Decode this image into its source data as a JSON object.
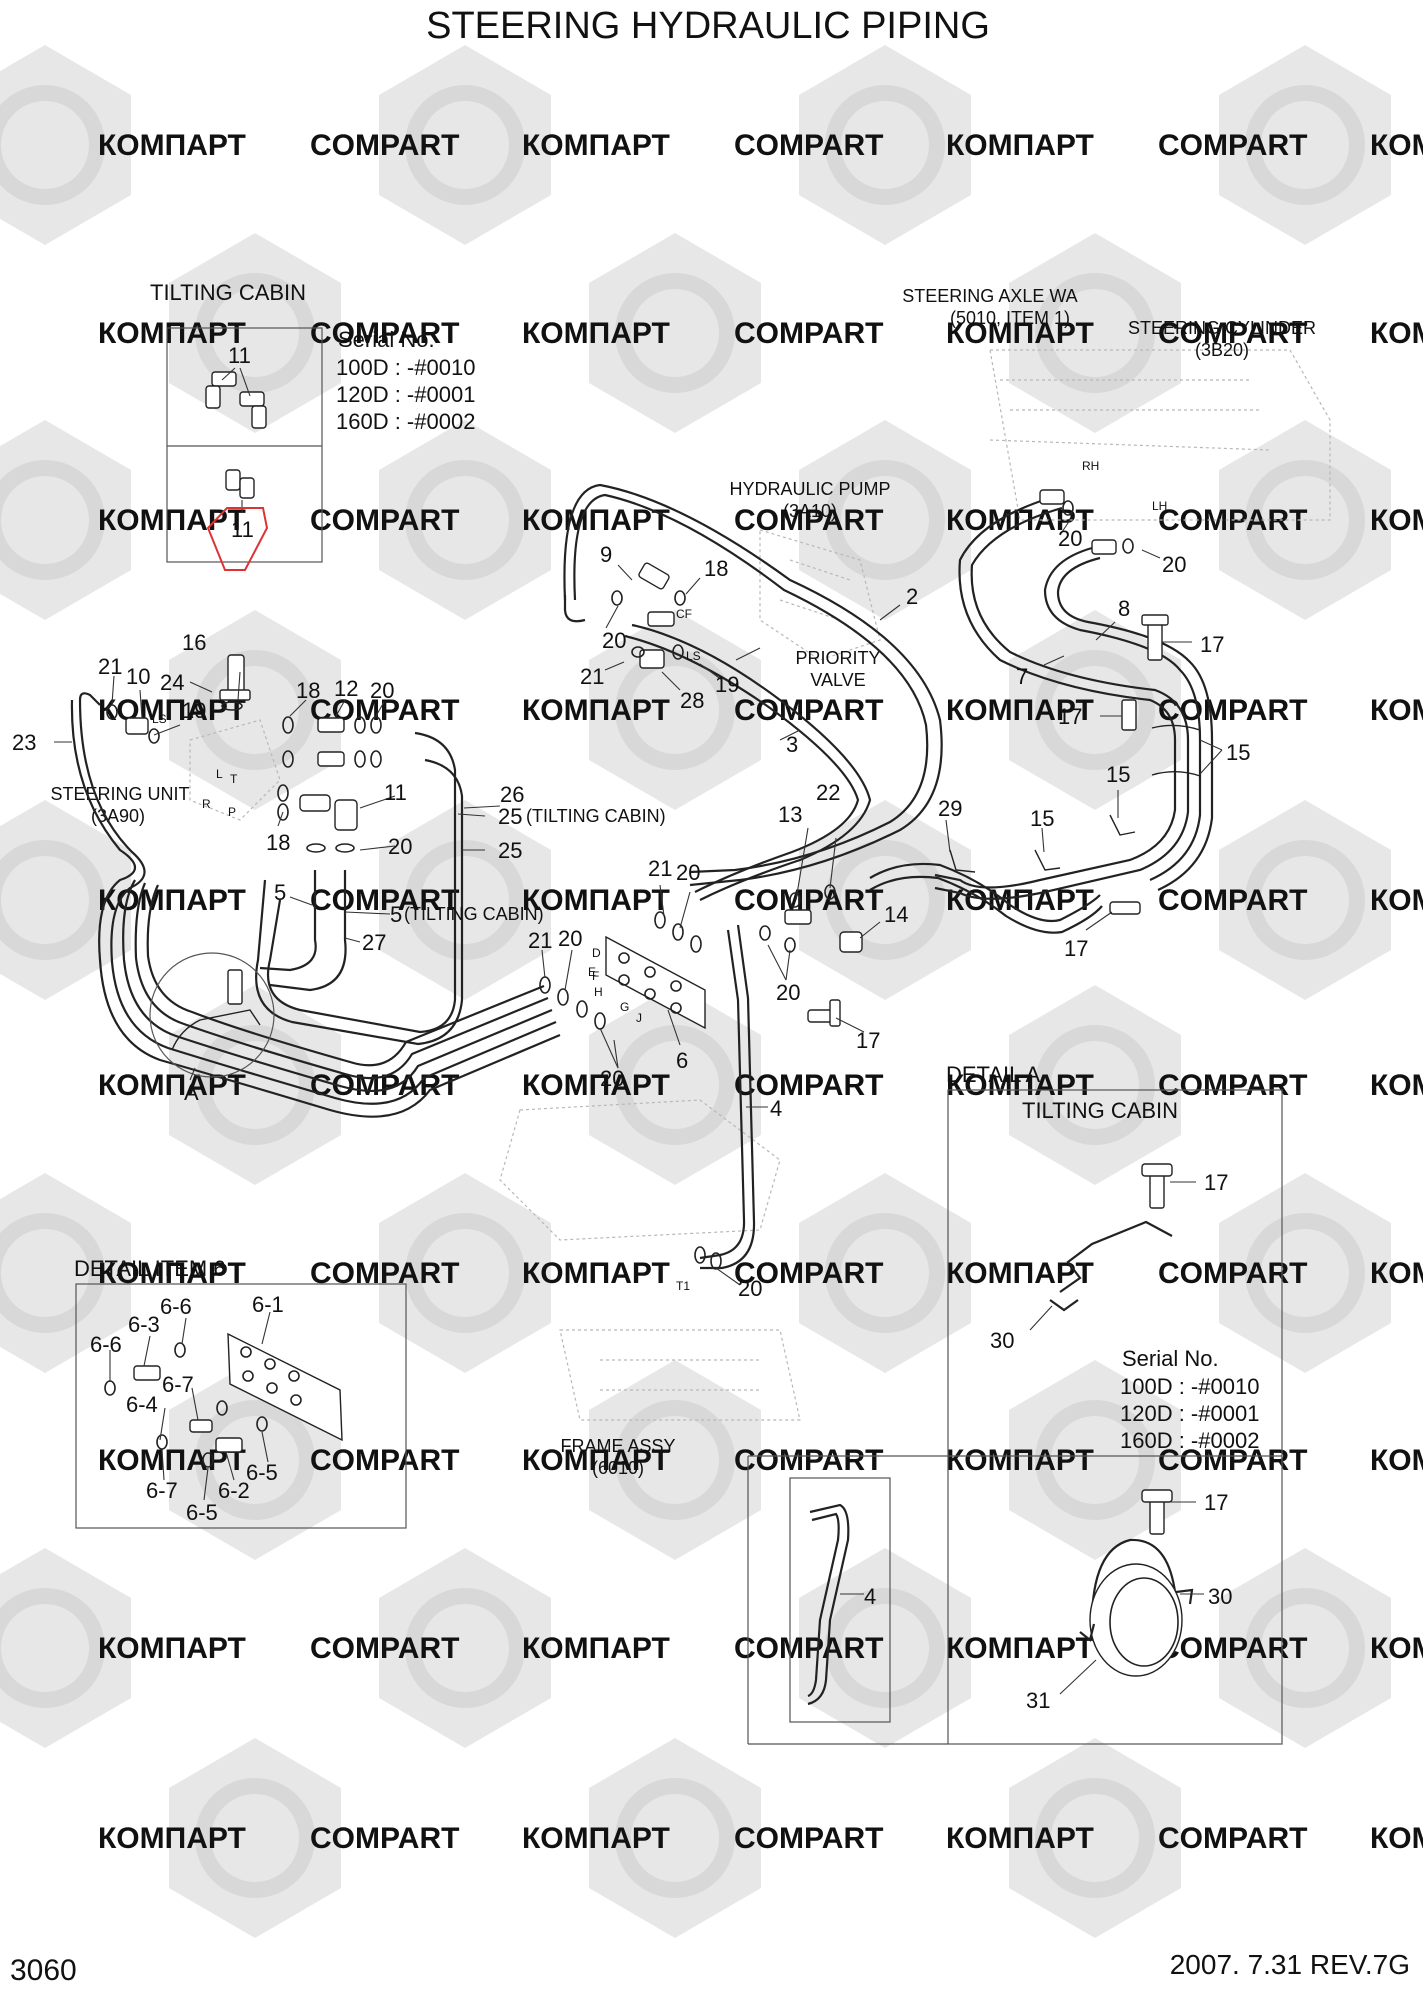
{
  "title": "STEERING HYDRAULIC PIPING",
  "page_number": "3060",
  "revision": "2007. 7.31  REV.7G",
  "watermark": {
    "words": [
      "КОМПАРТ",
      "COMPART"
    ],
    "color": "#c9c9c9"
  },
  "tilting_cabin_box": {
    "title": "TILTING CABIN",
    "item_top": "11",
    "item_bottom": "11",
    "serial_title": "Serial No.",
    "serials": [
      "100D : -#0010",
      "120D : -#0001",
      "160D : -#0002"
    ]
  },
  "reference_labels": {
    "steering_axle_1": "STEERING AXLE WA",
    "steering_axle_2": "(5010, ITEM 1)",
    "steering_cylinder_1": "STEERING CYLINDER",
    "steering_cylinder_2": "(3B20)",
    "hydraulic_pump_1": "HYDRAULIC PUMP",
    "hydraulic_pump_2": "(3A10)",
    "priority_valve_1": "PRIORITY",
    "priority_valve_2": "VALVE",
    "steering_unit_1": "STEERING UNIT",
    "steering_unit_2": "(3A90)",
    "frame_assy_1": "FRAME ASSY",
    "frame_assy_2": "(6010)"
  },
  "port_labels": [
    "RH",
    "LH",
    "CF",
    "LS",
    "LS",
    "L",
    "T",
    "R",
    "P",
    "T1",
    "D",
    "E",
    "F",
    "G",
    "H",
    "J"
  ],
  "callouts": {
    "c9": "9",
    "c18a": "18",
    "c20a": "20",
    "c21a": "21",
    "c28": "28",
    "c19a": "19",
    "c2": "2",
    "c3": "3",
    "c20rh": "20",
    "c20lh": "20",
    "c8": "8",
    "c7": "7",
    "c17a": "17",
    "c17b": "17",
    "c15a": "15",
    "c15b": "15",
    "c15c": "15",
    "c16": "16",
    "c21b": "21",
    "c10": "10",
    "c24": "24",
    "c19b": "19",
    "c23": "23",
    "c18b": "18",
    "c12": "12",
    "c20b": "20",
    "c11": "11",
    "c18c": "18",
    "c20c": "20",
    "c26": "26",
    "c25a": "25",
    "c25a_note": "(TILTING CABIN)",
    "c25b": "25",
    "c5a": "5",
    "c5b": "5",
    "c5b_note": "(TILTING CABIN)",
    "c27": "27",
    "c13": "13",
    "c22": "22",
    "c29": "29",
    "c14": "14",
    "c17c": "17",
    "c17d": "17",
    "c21c": "21",
    "c20d": "20",
    "c21d": "21",
    "c20e": "20",
    "c20f": "20",
    "c20g": "20",
    "c6": "6",
    "c4": "4",
    "c20h": "20",
    "cA": "A"
  },
  "detail_item6": {
    "title": "DETAIL ITEM 6",
    "labels": [
      "6-6",
      "6-3",
      "6-1",
      "6-6",
      "6-7",
      "6-4",
      "6-7",
      "6-2",
      "6-5",
      "6-5"
    ]
  },
  "detail_a": {
    "title": "DETAIL A",
    "subtitle": "TILTING CABIN",
    "c17a": "17",
    "c30a": "30",
    "serial_title": "Serial No.",
    "serials": [
      "100D : -#0010",
      "120D : -#0001",
      "160D : -#0002"
    ],
    "c17b": "17",
    "c30b": "30",
    "c31": "31",
    "c4": "4"
  }
}
